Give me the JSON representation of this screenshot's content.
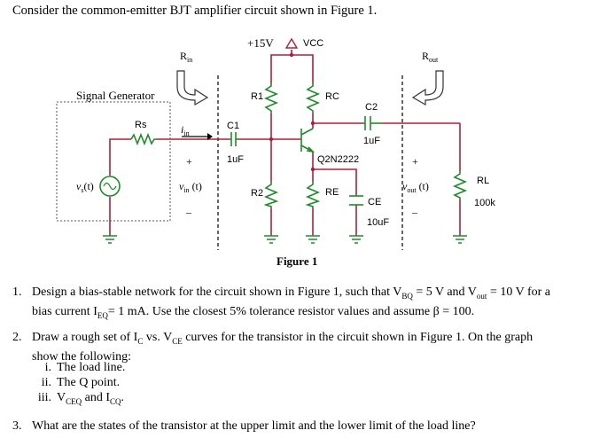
{
  "intro": "Consider the common-emitter BJT amplifier circuit shown in Figure 1.",
  "figure": {
    "caption": "Figure 1",
    "supply_voltage": "+15V",
    "vcc_label": "VCC",
    "rin_main": "R",
    "rin_sub": "in",
    "rout_main": "R",
    "rout_sub": "out",
    "signal_generator": "Signal Generator",
    "rs": "Rs",
    "iin_main": "i",
    "iin_sub": "in",
    "c1": "C1",
    "c1_value": "1uF",
    "r1": "R1",
    "r2": "R2",
    "rc": "RC",
    "re": "RE",
    "c2": "C2",
    "c2_value": "1uF",
    "ce": "CE",
    "ce_value": "10uF",
    "transistor": "Q2N2222",
    "rl": "RL",
    "rl_value": "100k",
    "vs_main": "v",
    "vs_sub": "s",
    "vs_tail": "(t)",
    "vin_main": "v",
    "vin_sub": "in",
    "vin_tail": " (t)",
    "vout_main": "v",
    "vout_sub": "out",
    "vout_tail": " (t)",
    "plus": "+",
    "minus": "–"
  },
  "questions": [
    {
      "number": "1.",
      "line1": "Design a bias-stable network for the circuit shown in Figure 1, such that V",
      "line1_sub1": "BQ",
      "line1_mid": " = 5 V and V",
      "line1_sub2": "out",
      "line1_end": " = 10 V for a",
      "line2": "bias current I",
      "line2_sub": "EQ",
      "line2_end": "= 1 mA. Use the closest 5% tolerance resistor values and assume β = 100."
    },
    {
      "number": "2.",
      "line1": "Draw a rough set of I",
      "line1_sub1": "C",
      "line1_mid": " vs. V",
      "line1_sub2": "CE",
      "line1_end": " curves for the transistor in the circuit shown in Figure 1. On the graph",
      "line2": "show the following:",
      "subitems": [
        {
          "num": "i.",
          "text": "The load line."
        },
        {
          "num": "ii.",
          "text": "The Q point."
        },
        {
          "num": "iii.",
          "pre": "V",
          "sub1": "CEQ",
          "mid": " and I",
          "sub2": "CQ",
          "post": "."
        }
      ]
    },
    {
      "number": "3.",
      "line1": "What are the states of the transistor at the upper limit and the lower limit of the load line?"
    }
  ]
}
